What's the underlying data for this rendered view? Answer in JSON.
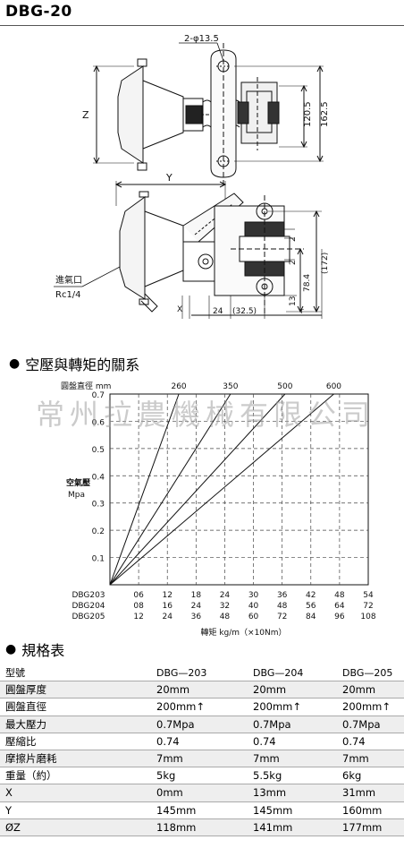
{
  "title": "DBG-20",
  "drawing": {
    "hole_label": "2-φ13.5",
    "dim_z": "Z",
    "dim_y": "Y",
    "dim_120_5": "120.5",
    "dim_162_5": "162.5",
    "dim_2a": "2",
    "dim_2b": "2",
    "dim_172": "(172)",
    "dim_78_4": "78.4",
    "dim_13": "13",
    "dim_24": "24",
    "dim_32_5": "(32.5)",
    "dim_r": "r",
    "dim_x": "X",
    "inlet_label": "進氣口",
    "inlet_spec": "Rc1/4"
  },
  "chart_section": {
    "title": "空壓與轉矩的關系"
  },
  "watermark": "常州拉農機械有限公司",
  "chart_data": {
    "type": "line",
    "title": "",
    "top_axis_label": "圓盤直徑  mm",
    "ylabel": "空氣壓",
    "ylabel_unit": "Mpa",
    "xlabel": "轉矩  kg/m（×10Nm）",
    "ylim": [
      0,
      0.7
    ],
    "yticks": [
      "0.1",
      "0.2",
      "0.3",
      "0.4",
      "0.5",
      "0.6",
      "0.7"
    ],
    "x_columns": 9,
    "grid": true,
    "x_rows": [
      {
        "name": "DBG203",
        "ticks": [
          "06",
          "12",
          "18",
          "24",
          "30",
          "36",
          "42",
          "48",
          "54"
        ]
      },
      {
        "name": "DBG204",
        "ticks": [
          "08",
          "16",
          "24",
          "32",
          "40",
          "48",
          "56",
          "64",
          "72"
        ]
      },
      {
        "name": "DBG205",
        "ticks": [
          "12",
          "24",
          "36",
          "48",
          "60",
          "72",
          "84",
          "96",
          "108"
        ]
      }
    ],
    "series": [
      {
        "name": "260",
        "x_top_column": 2.4
      },
      {
        "name": "350",
        "x_top_column": 4.2
      },
      {
        "name": "500",
        "x_top_column": 6.1
      },
      {
        "name": "600",
        "x_top_column": 7.8
      }
    ]
  },
  "spec_section": {
    "title": "規格表",
    "header": [
      "型號",
      "DBG—203",
      "DBG—204",
      "DBG—205"
    ],
    "rows": [
      [
        "圓盤厚度",
        "20mm",
        "20mm",
        "20mm"
      ],
      [
        "圓盤直徑",
        "200mm↑",
        "200mm↑",
        "200mm↑"
      ],
      [
        "最大壓力",
        "0.7Mpa",
        "0.7Mpa",
        "0.7Mpa"
      ],
      [
        "壓縮比",
        "0.74",
        "0.74",
        "0.74"
      ],
      [
        "摩擦片磨耗",
        "7mm",
        "7mm",
        "7mm"
      ],
      [
        "重量（約）",
        "5kg",
        "5.5kg",
        "6kg"
      ],
      [
        "X",
        "0mm",
        "13mm",
        "31mm"
      ],
      [
        "Y",
        "145mm",
        "145mm",
        "160mm"
      ],
      [
        "ØZ",
        "118mm",
        "141mm",
        "177mm"
      ]
    ]
  }
}
